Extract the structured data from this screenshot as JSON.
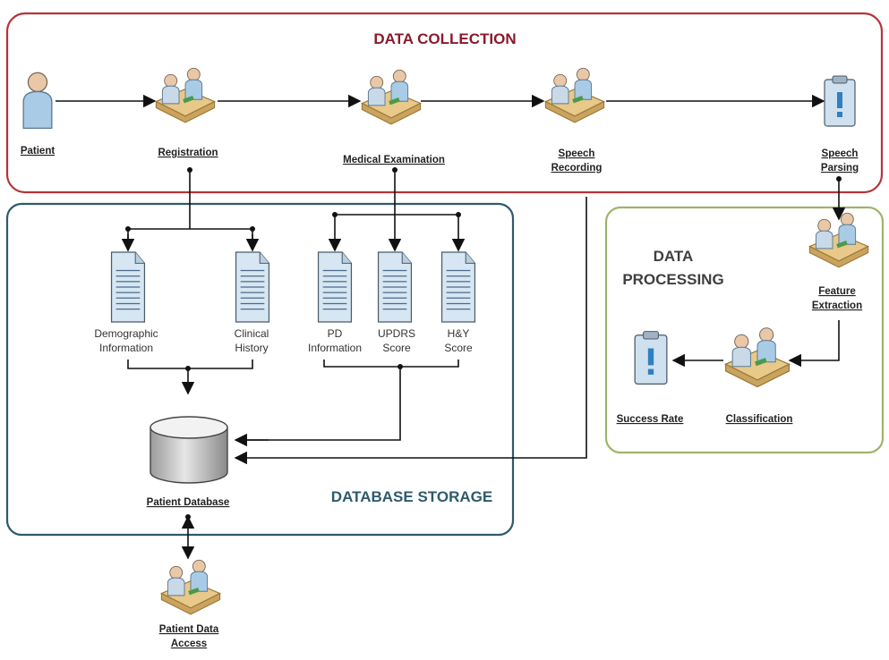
{
  "sections": {
    "data_collection": "DATA COLLECTION",
    "database_storage": "DATABASE STORAGE",
    "data_processing_line1": "DATA",
    "data_processing_line2": "PROCESSING"
  },
  "nodes": {
    "patient": "Patient",
    "registration": "Registration",
    "medical_examination": "Medical Examination",
    "speech_recording_1": "Speech",
    "speech_recording_2": "Recording",
    "speech_parsing_1": "Speech",
    "speech_parsing_2": "Parsing",
    "feature_extraction_1": "Feature",
    "feature_extraction_2": "Extraction",
    "classification": "Classification",
    "success_rate": "Success Rate",
    "patient_database": "Patient Database",
    "patient_data_access_1": "Patient Data",
    "patient_data_access_2": "Access"
  },
  "documents": {
    "demographic_1": "Demographic",
    "demographic_2": "Information",
    "clinical_1": "Clinical",
    "clinical_2": "History",
    "pd_1": "PD",
    "pd_2": "Information",
    "updrs_1": "UPDRS",
    "updrs_2": "Score",
    "hy_1": "H&Y",
    "hy_2": "Score"
  },
  "colors": {
    "collection_border": "#b5343a",
    "collection_title": "#8b1a2b",
    "storage_border": "#2e5a6b",
    "storage_title": "#2e5a6b",
    "processing_border": "#9db56a",
    "processing_title": "#3f3f3f",
    "document_fill": "#d6e6f2",
    "person_fill": "#a9cbe6",
    "desk_fill": "#e8c98a"
  }
}
